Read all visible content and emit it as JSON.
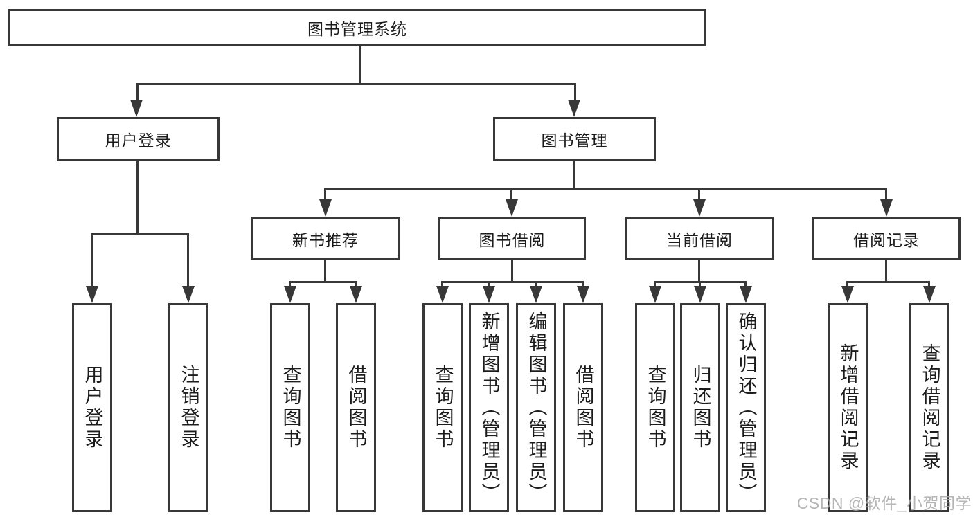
{
  "colors": {
    "line": "#383838",
    "text": "#1c1c1c",
    "background": "#ffffff",
    "watermark": "#a9a9a9"
  },
  "tree": {
    "label": "图书管理系统",
    "children": [
      {
        "label": "用户登录",
        "children": [
          {
            "label": "用户登录"
          },
          {
            "label": "注销登录"
          }
        ]
      },
      {
        "label": "图书管理",
        "children": [
          {
            "label": "新书推荐",
            "children": [
              {
                "label": "查询图书"
              },
              {
                "label": "借阅图书"
              }
            ]
          },
          {
            "label": "图书借阅",
            "children": [
              {
                "label": "查询图书"
              },
              {
                "label": "新增图书（管理员）"
              },
              {
                "label": "编辑图书（管理员）"
              },
              {
                "label": "借阅图书"
              }
            ]
          },
          {
            "label": "当前借阅",
            "children": [
              {
                "label": "查询图书"
              },
              {
                "label": "归还图书"
              },
              {
                "label": "确认归还（管理员）"
              }
            ]
          },
          {
            "label": "借阅记录",
            "children": [
              {
                "label": "新增借阅记录"
              },
              {
                "label": "查询借阅记录"
              }
            ]
          }
        ]
      }
    ]
  },
  "watermark": {
    "text": "CSDN @软件_小贺同学"
  }
}
